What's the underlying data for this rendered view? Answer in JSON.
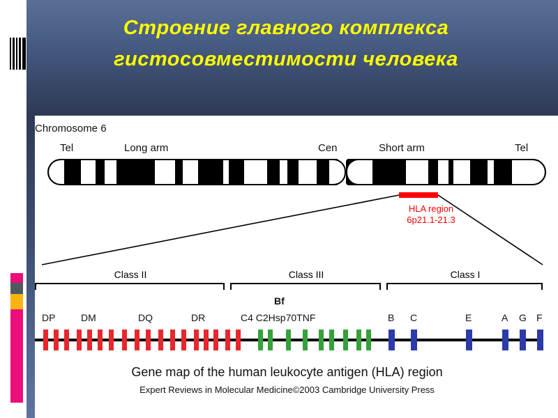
{
  "slide": {
    "title_line1": "Строение главного комплекса",
    "title_line2": "гистосовместимости человека",
    "title_color": "#ffff00",
    "header_gradient_top": "#5a6f95",
    "header_gradient_bottom": "#2e3a55"
  },
  "decor": {
    "barcode_name": "barcode-mark",
    "swatch_colors": [
      "#ec0e7b",
      "#4e5a5f",
      "#fcb412",
      "#ec0e7b"
    ]
  },
  "figure": {
    "chromosome_title": "Chromosome 6",
    "arm_labels": {
      "tel_left": "Tel",
      "long_arm": "Long  arm",
      "cen": "Cen",
      "short_arm": "Short arm",
      "tel_right": "Tel"
    },
    "hla_marker": {
      "region": "HLA region",
      "locus": "6p21.1-21.3",
      "color": "#ff0000"
    },
    "class_labels": {
      "class2": "Class II",
      "class3": "Class III",
      "class1": "Class I"
    },
    "genes": {
      "class2": [
        "DP",
        "DM",
        "DQ",
        "DR"
      ],
      "class3_top": "Bf",
      "class3": [
        "C4",
        "C2",
        "Hsp70",
        "TNF"
      ],
      "class3_text": "C4   C2Hsp70TNF",
      "class1": [
        "B",
        "C",
        "E",
        "A",
        "G",
        "F"
      ]
    },
    "gene_colors": {
      "class2": "#e8262b",
      "class3": "#34a13a",
      "class1": "#2b3ba8"
    },
    "caption": "Gene map of the human leukocyte antigen (HLA) region",
    "credit": "Expert Reviews in Molecular Medicine©2003 Cambridge University Press"
  },
  "chart_data": {
    "type": "diagram",
    "title": "Gene map of the human leukocyte antigen (HLA) region",
    "description": "Chromosome 6 ideogram with HLA region expansion showing Class II, Class III and Class I gene clusters",
    "chromosome": {
      "name": "Chromosome 6",
      "long_arm_bands_pct": [
        [
          0,
          5
        ],
        [
          12,
          5
        ],
        [
          20,
          4
        ],
        [
          37,
          7
        ],
        [
          46,
          5
        ],
        [
          60,
          2
        ],
        [
          67,
          8
        ],
        [
          79,
          3
        ],
        [
          86,
          6
        ]
      ],
      "short_arm_bands_pct": [
        [
          4,
          9
        ],
        [
          29,
          11
        ],
        [
          45,
          5
        ],
        [
          53,
          8
        ],
        [
          70,
          3
        ],
        [
          82,
          9
        ]
      ],
      "hla_band": "6p21.1-21.3"
    },
    "gene_clusters": [
      {
        "name": "Class II",
        "color": "#e8262b",
        "labels": [
          "DP",
          "DM",
          "DQ",
          "DR"
        ],
        "label_x_pct": [
          8,
          17,
          30,
          43
        ],
        "tick_x_pct": [
          5.0,
          7.0,
          9.1,
          11.6,
          13.7,
          15.8,
          18.0,
          20.6,
          23.0,
          25.3,
          27.8,
          30.2,
          32.6,
          35.0,
          37.0,
          38.8,
          41.2,
          43.4
        ]
      },
      {
        "name": "Class III",
        "color": "#34a13a",
        "labels": [
          "C4",
          "C2",
          "Hsp70",
          "TNF"
        ],
        "label_x_pct": [
          48,
          54,
          59,
          65
        ],
        "tick_x_pct": [
          48.0,
          50.0,
          53.7,
          57.2,
          60.5,
          62.6,
          65.5,
          68.2,
          70.3
        ]
      },
      {
        "name": "Class I",
        "color": "#2b3ba8",
        "labels": [
          "B",
          "C",
          "E",
          "A",
          "G",
          "F"
        ],
        "label_x_pct": [
          73.5,
          78.0,
          87.5,
          94.0,
          97.0,
          100.0
        ],
        "tick_x_pct": [
          73.5,
          78.0,
          87.5,
          94.0,
          97.0,
          100.0
        ]
      }
    ]
  }
}
